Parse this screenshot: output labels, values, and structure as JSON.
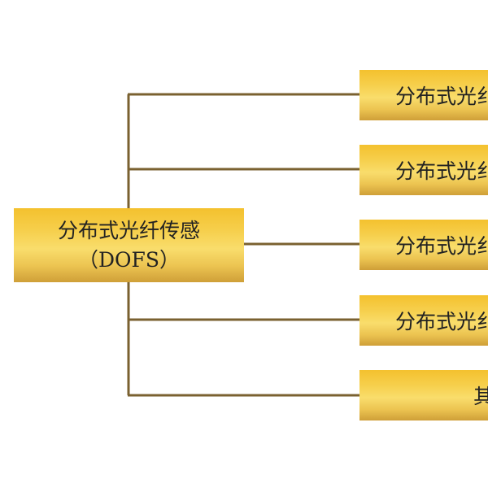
{
  "diagram": {
    "root": {
      "line1": "分布式光纤传感",
      "line2": "（DOFS）"
    },
    "branches": [
      {
        "label": "分布式光纟"
      },
      {
        "label": "分布式光纟"
      },
      {
        "label": "分布式光纟"
      },
      {
        "label": "分布式光纟"
      },
      {
        "label": "其"
      }
    ],
    "colors": {
      "connector": "#7a6130",
      "box_top": "#f4c12e",
      "box_mid": "#f9dd6c",
      "box_bottom": "#cf9f38",
      "text": "#222222"
    }
  }
}
